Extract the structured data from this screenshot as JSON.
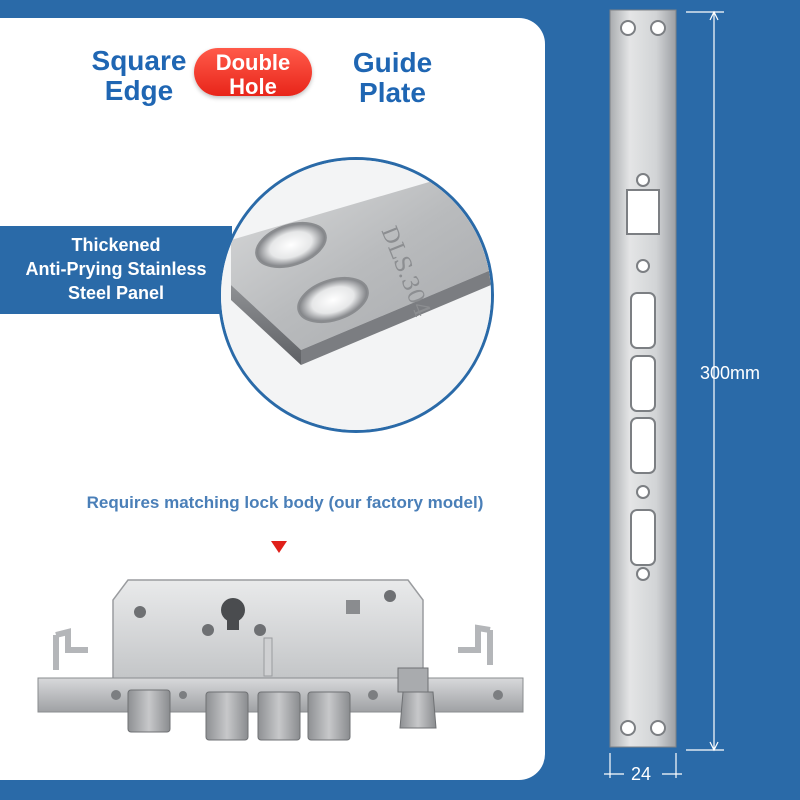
{
  "title": {
    "word1_line1": "Square",
    "word1_line2": "Edge",
    "badge_line1": "Double",
    "badge_line2": "Hole",
    "word3_line1": "Guide",
    "word3_line2": "Plate"
  },
  "banner": {
    "line1": "Thickened",
    "line2": "Anti-Prying Stainless",
    "line3": "Steel Panel"
  },
  "closeup": {
    "engraving": "DLS.304"
  },
  "note": {
    "text": "Requires matching lock body (our factory model)"
  },
  "dimensions": {
    "length": "300mm",
    "width": "24"
  },
  "colors": {
    "background_blue": "#2a6aa8",
    "title_blue": "#1f66b3",
    "badge_red": "#e8251a",
    "arrow_red": "#e0201a"
  }
}
